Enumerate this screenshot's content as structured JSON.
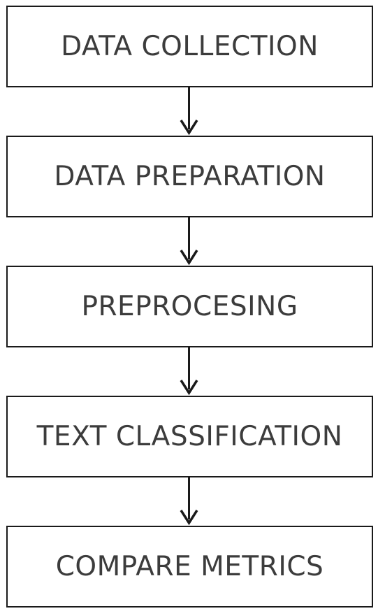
{
  "diagram": {
    "steps": [
      {
        "label": "DATA COLLECTION"
      },
      {
        "label": "DATA PREPARATION"
      },
      {
        "label": "PREPROCESING"
      },
      {
        "label": "TEXT CLASSIFICATION"
      },
      {
        "label": "COMPARE METRICS"
      }
    ],
    "colors": {
      "border": "#1a1a1a",
      "text": "#3c3c3c",
      "arrow": "#1a1a1a",
      "background": "#ffffff"
    },
    "icons": [
      "arrow-down-icon"
    ]
  }
}
